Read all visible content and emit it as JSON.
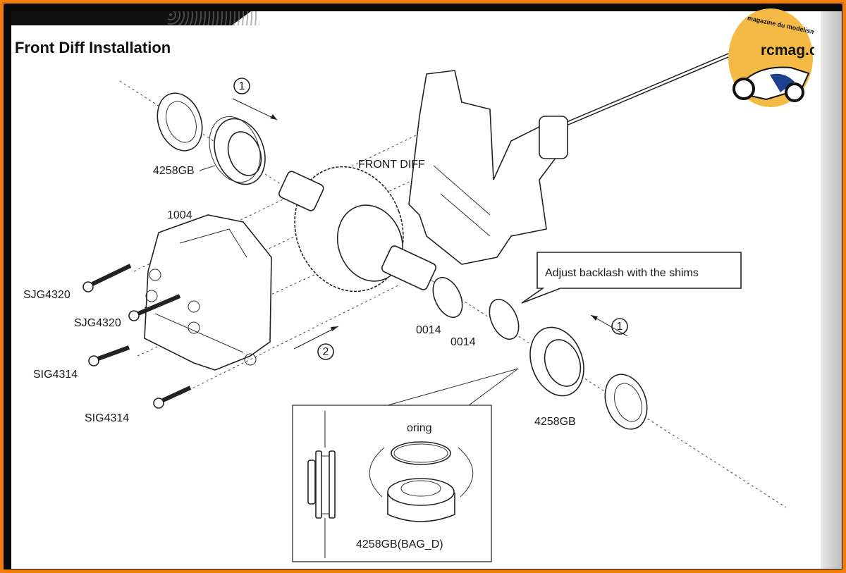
{
  "title": "Front Diff Installation",
  "labels": {
    "step1_top": "1",
    "bearing_top": "4258GB",
    "front_diff": "FRONT DIFF",
    "housing": "1004",
    "screw1": "SJG4320",
    "screw2": "SJG4320",
    "screw3": "SIG4314",
    "screw4": "SIG4314",
    "shim1": "0014",
    "shim2": "0014",
    "step2": "2",
    "step1_right": "1",
    "bearing_right": "4258GB",
    "callout": "Adjust backlash with the shims",
    "inset_oring": "oring",
    "inset_part": "4258GB(BAG_D)"
  },
  "logo": {
    "text": "rcmag.com",
    "tagline": "Le web magazine du modelisme",
    "color": "#f5b945"
  },
  "colors": {
    "border_outer": "#f07f0a",
    "border_inner": "#0a0a0a"
  }
}
